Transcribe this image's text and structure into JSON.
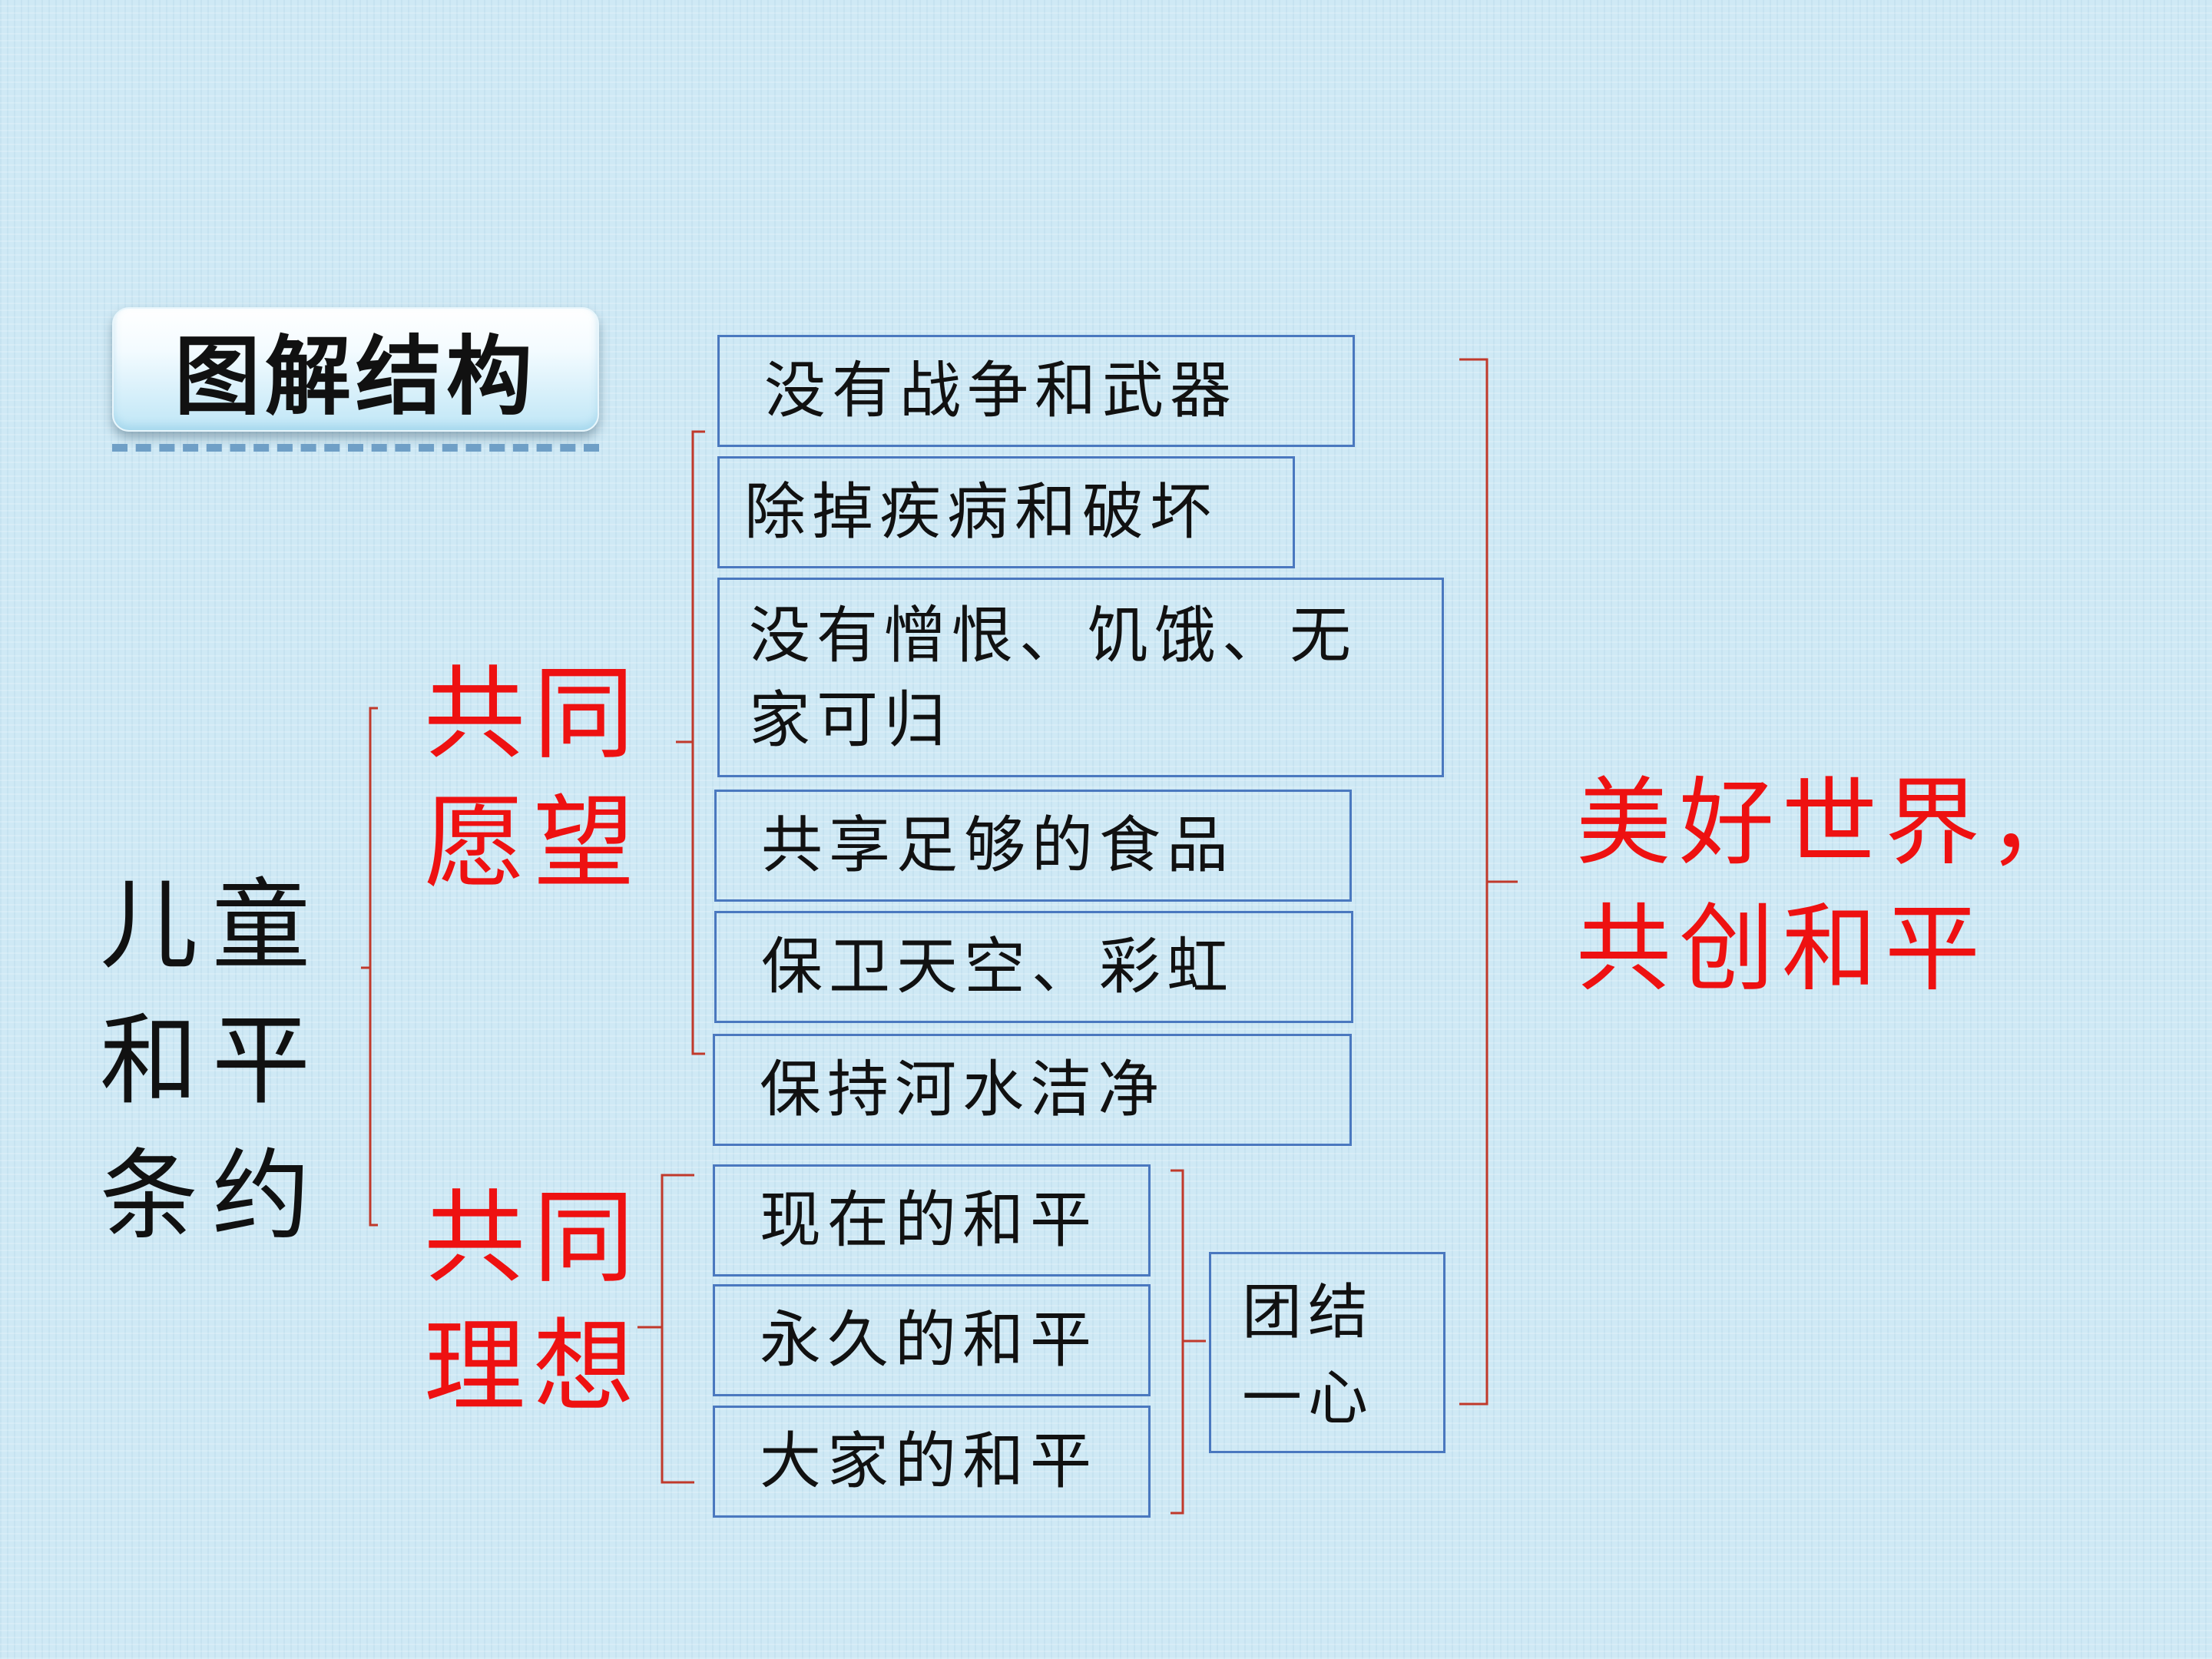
{
  "title": "图解结构",
  "root_label": [
    "儿童",
    "和平",
    "条约"
  ],
  "branch_wish": {
    "label": [
      "共同",
      "愿望"
    ]
  },
  "branch_ideal": {
    "label": [
      "共同",
      "理想"
    ]
  },
  "wishes": [
    "没有战争和武器",
    "除掉疾病和破坏",
    "没有憎恨、饥饿、无\n家可归",
    "共享足够的食品",
    "保卫天空、彩虹",
    "保持河水洁净"
  ],
  "ideals": [
    "现在的和平",
    "永久的和平",
    "大家的和平"
  ],
  "unity": "团结\n一心",
  "conclusion": [
    "美好世界，",
    "共创和平"
  ],
  "colors": {
    "box_border": "#4a78bf",
    "bracket": "#c0392b",
    "highlight": "#ee1111"
  }
}
